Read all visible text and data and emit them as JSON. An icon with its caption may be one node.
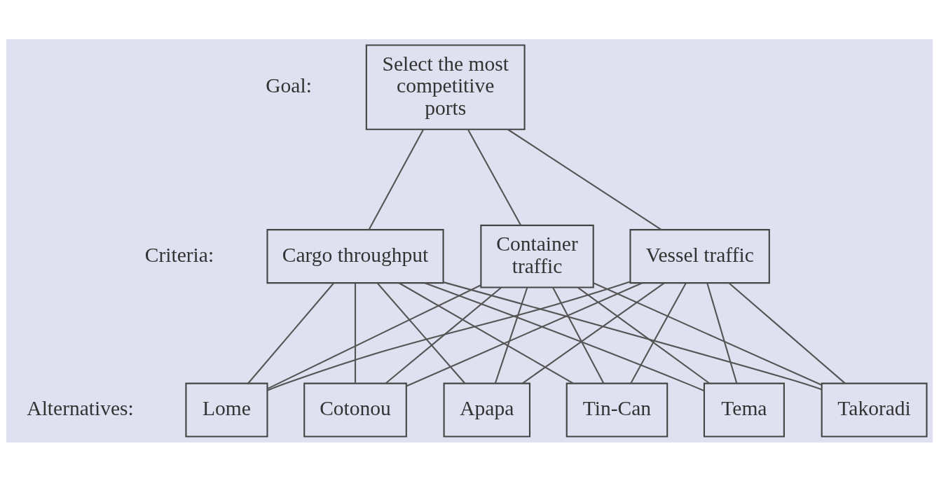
{
  "diagram": {
    "nodes": [
      {
        "text": [
          "Select the most competitive ports"
        ]
      },
      {
        "text": [
          "Vessel traffic"
        ]
      },
      {
        "text": [
          "Cargo throughput"
        ]
      },
      {
        "text": [
          "Container traffic"
        ]
      },
      {
        "text": [
          "Apapa"
        ]
      },
      {
        "text": [
          "Tin-Can"
        ]
      },
      {
        "text": [
          "Tema"
        ]
      },
      {
        "text": [
          "Takoradi"
        ]
      },
      {
        "text": [
          "Lome"
        ]
      },
      {
        "text": [
          "Cotonou"
        ]
      }
    ],
    "edges": [
      {
        "from": 0,
        "to": 1,
        "arrow": "none"
      },
      {
        "from": 0,
        "to": 2,
        "arrow": "none"
      },
      {
        "from": 0,
        "to": 3,
        "arrow": "none"
      },
      {
        "from": 1,
        "to": 4,
        "arrow": "none"
      },
      {
        "from": 1,
        "to": 5,
        "arrow": "none"
      },
      {
        "from": 1,
        "to": 6,
        "arrow": "none"
      },
      {
        "from": 1,
        "to": 7,
        "arrow": "none"
      },
      {
        "from": 1,
        "to": 8,
        "arrow": "none"
      },
      {
        "from": 1,
        "to": 9,
        "arrow": "none"
      },
      {
        "from": 2,
        "to": 4,
        "arrow": "none"
      },
      {
        "from": 2,
        "to": 5,
        "arrow": "none"
      },
      {
        "from": 2,
        "to": 6,
        "arrow": "none"
      },
      {
        "from": 2,
        "to": 7,
        "arrow": "none"
      },
      {
        "from": 2,
        "to": 8,
        "arrow": "none"
      },
      {
        "from": 2,
        "to": 9,
        "arrow": "none"
      },
      {
        "from": 3,
        "to": 4,
        "arrow": "none"
      },
      {
        "from": 3,
        "to": 5,
        "arrow": "none"
      },
      {
        "from": 3,
        "to": 6,
        "arrow": "none"
      },
      {
        "from": 3,
        "to": 7,
        "arrow": "none"
      },
      {
        "from": 3,
        "to": 8,
        "arrow": "none"
      },
      {
        "from": 3,
        "to": 9,
        "arrow": "none"
      }
    ],
    "labels": [
      "Goal:",
      "Criteria:",
      "Alternatives:"
    ]
  }
}
